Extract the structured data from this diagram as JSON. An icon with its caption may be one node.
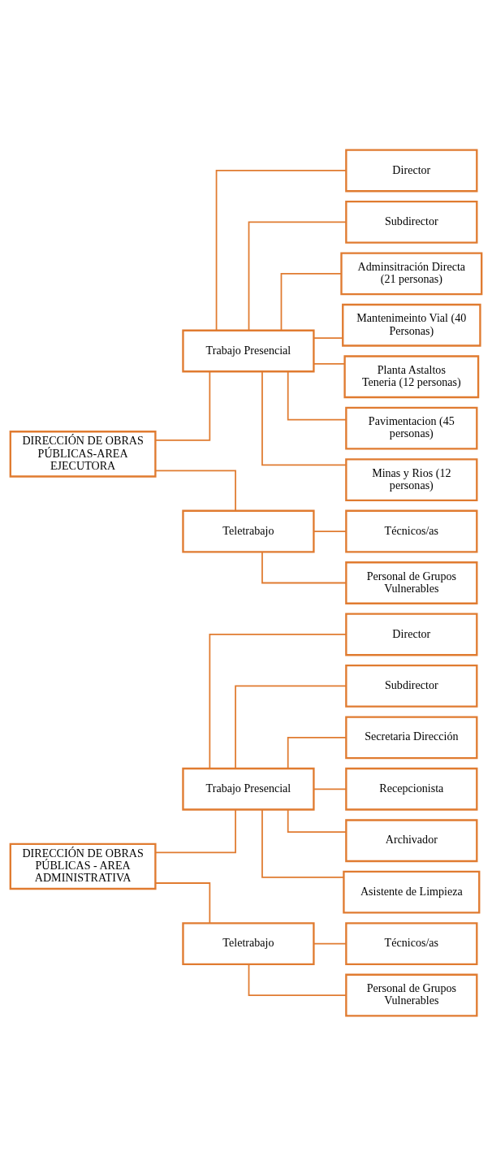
{
  "diagram": {
    "nodes": [
      {
        "text": [
          "DIRECCIÓN DE OBRAS PÚBLICAS - AREA ADMINISTRATIVA"
        ]
      },
      {
        "text": [
          "Trabajo Presencial"
        ]
      },
      {
        "text": [
          "Director"
        ]
      },
      {
        "text": [
          "Subdirector"
        ]
      },
      {
        "text": [
          "Secretaria Dirección"
        ]
      },
      {
        "text": [
          "Recepcionista"
        ]
      },
      {
        "text": [
          "Archivador"
        ]
      },
      {
        "text": [
          "Asistente de Limpieza"
        ]
      },
      {
        "text": [
          "Teletrabajo"
        ]
      },
      {
        "text": [
          "Técnicos/as"
        ]
      },
      {
        "text": [
          "Personal de Grupos Vulnerables"
        ]
      },
      {
        "text": [
          "DIRECCIÓN DE OBRAS PÚBLICAS-AREA EJECUTORA"
        ]
      },
      {
        "text": [
          "Trabajo Presencial"
        ]
      },
      {
        "text": [
          "Director"
        ]
      },
      {
        "text": [
          "Subdirector"
        ]
      },
      {
        "text": [
          "Adminsitración Directa (21 personas)"
        ]
      },
      {
        "text": [
          "Mantenimeinto Vial (40 Personas)"
        ]
      },
      {
        "text": [
          "Planta Astaltos Teneria (12 personas)"
        ]
      },
      {
        "text": [
          "Pavimentacion (45 personas)"
        ]
      },
      {
        "text": [
          "Minas y Rios (12 personas)"
        ]
      },
      {
        "text": [
          "Teletrabajo"
        ]
      },
      {
        "text": [
          "Técnicos/as"
        ]
      },
      {
        "text": [
          "Personal de Grupos Vulnerables"
        ]
      }
    ],
    "edges": [
      {
        "from": 0,
        "to": 1,
        "arrow": "none"
      },
      {
        "from": 1,
        "to": 2,
        "arrow": "none"
      },
      {
        "from": 1,
        "to": 3,
        "arrow": "none"
      },
      {
        "from": 1,
        "to": 4,
        "arrow": "none"
      },
      {
        "from": 1,
        "to": 5,
        "arrow": "none"
      },
      {
        "from": 1,
        "to": 6,
        "arrow": "none"
      },
      {
        "from": 1,
        "to": 7,
        "arrow": "none"
      },
      {
        "from": 0,
        "to": 8,
        "arrow": "none"
      },
      {
        "from": 8,
        "to": 9,
        "arrow": "none"
      },
      {
        "from": 8,
        "to": 10,
        "arrow": "none"
      },
      {
        "from": 11,
        "to": 12,
        "arrow": "none"
      },
      {
        "from": 12,
        "to": 13,
        "arrow": "none"
      },
      {
        "from": 12,
        "to": 14,
        "arrow": "none"
      },
      {
        "from": 12,
        "to": 15,
        "arrow": "none"
      },
      {
        "from": 12,
        "to": 16,
        "arrow": "none"
      },
      {
        "from": 12,
        "to": 17,
        "arrow": "none"
      },
      {
        "from": 12,
        "to": 18,
        "arrow": "none"
      },
      {
        "from": 12,
        "to": 19,
        "arrow": "none"
      },
      {
        "from": 11,
        "to": 20,
        "arrow": "none"
      },
      {
        "from": 20,
        "to": 21,
        "arrow": "none"
      },
      {
        "from": 20,
        "to": 22,
        "arrow": "none"
      }
    ]
  }
}
